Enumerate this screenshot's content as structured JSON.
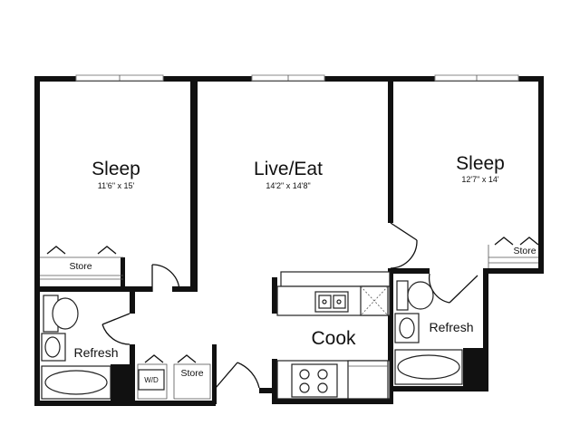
{
  "rooms": {
    "sleep_left": {
      "name": "Sleep",
      "dims": "11'6\" x 15'"
    },
    "live_eat": {
      "name": "Live/Eat",
      "dims": "14'2\" x 14'8\""
    },
    "sleep_right": {
      "name": "Sleep",
      "dims": "12'7\" x 14'"
    },
    "cook": {
      "name": "Cook"
    },
    "refresh_left": {
      "name": "Refresh"
    },
    "refresh_right": {
      "name": "Refresh"
    },
    "store_left": {
      "name": "Store"
    },
    "store_right": {
      "name": "Store"
    },
    "store_hall": {
      "name": "Store"
    },
    "washer_dryer": {
      "name": "W/D"
    }
  }
}
